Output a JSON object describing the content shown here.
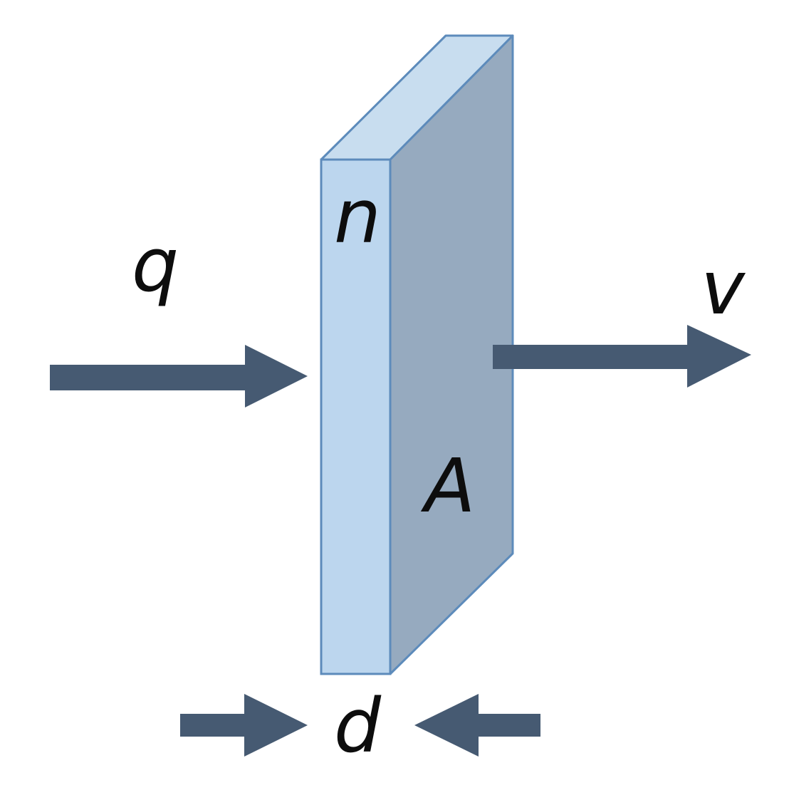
{
  "diagram": {
    "labels": {
      "charge": "q",
      "density": "n",
      "velocity": "v",
      "area": "A",
      "thickness": "d"
    },
    "colors": {
      "slab_front": "#bcd6ee",
      "slab_top": "#c8ddef",
      "slab_side": "#96aabf",
      "slab_edge": "#5d8bbb",
      "arrow": "#465a72",
      "text": "#0d0d0d"
    }
  }
}
